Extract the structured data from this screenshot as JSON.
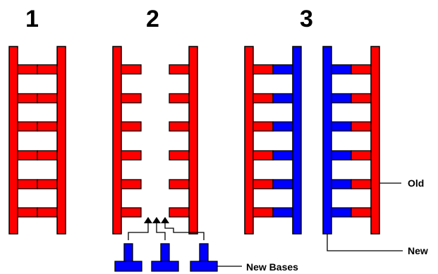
{
  "colors": {
    "old_strand": "#ff0000",
    "new_strand": "#0000ff",
    "outline": "#000000",
    "background": "#ffffff"
  },
  "steps": {
    "step1": "1",
    "step2": "2",
    "step3": "3"
  },
  "labels": {
    "old": "Old",
    "new": "New",
    "new_bases": "New Bases"
  }
}
